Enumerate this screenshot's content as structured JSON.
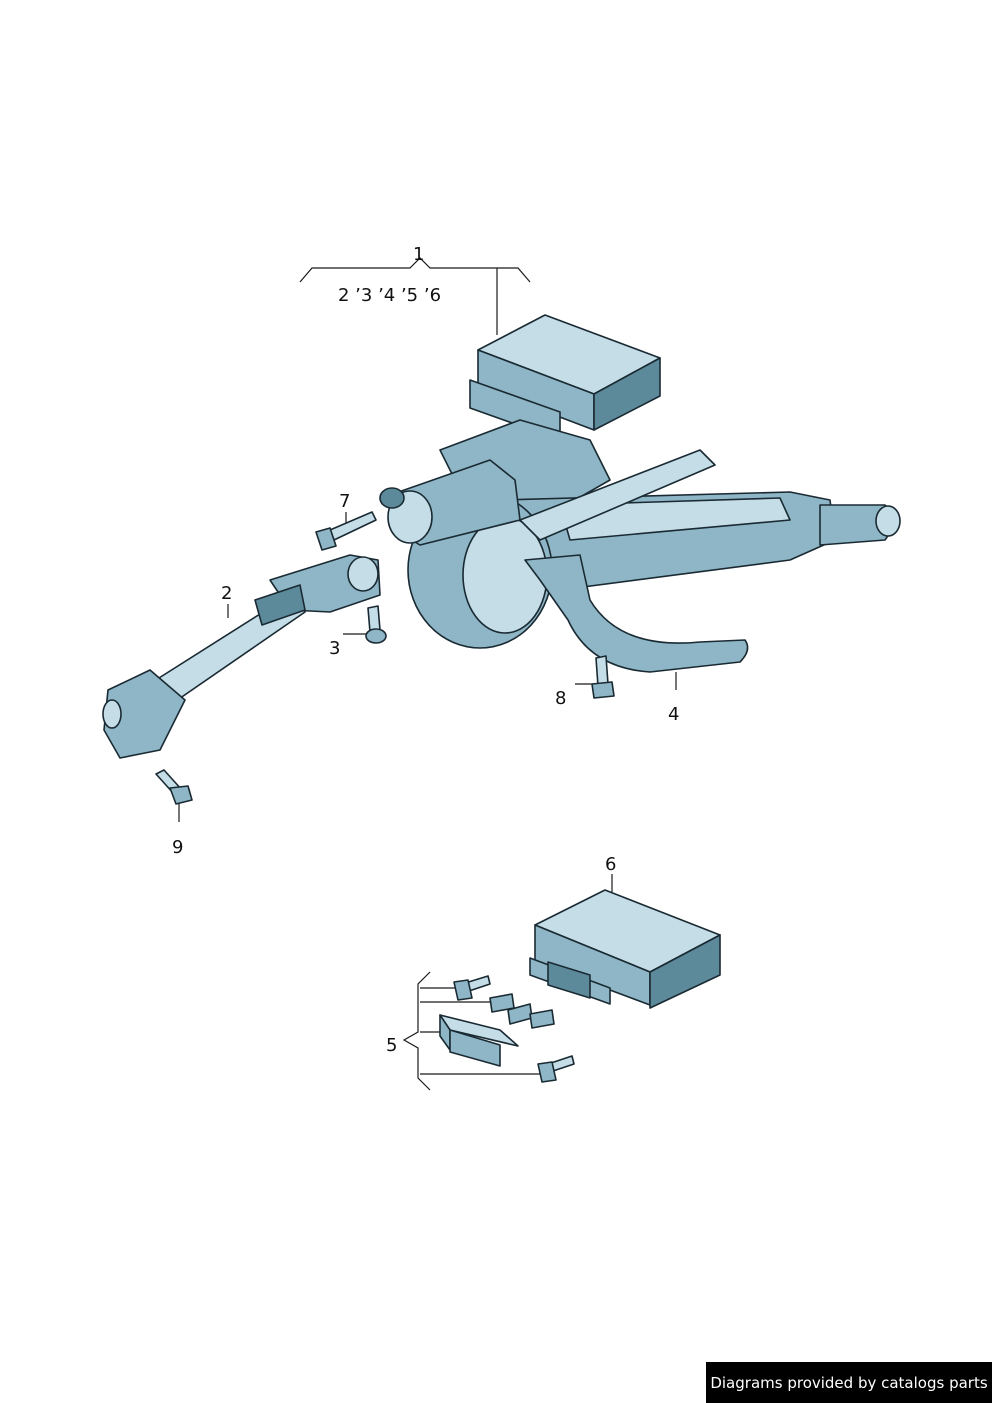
{
  "callouts": {
    "c1": "1",
    "c1_sub": "2 ’3 ’4 ’5 ’6",
    "c2": "2",
    "c3": "3",
    "c4": "4",
    "c5": "5",
    "c6": "6",
    "c7": "7",
    "c8": "8",
    "c9": "9"
  },
  "footer": "Diagrams provided by catalogs parts",
  "colors": {
    "part_fill": "#8fb6c6",
    "part_light": "#c4dde6",
    "part_dark": "#5d8a9b",
    "outline": "#1a2a33"
  }
}
